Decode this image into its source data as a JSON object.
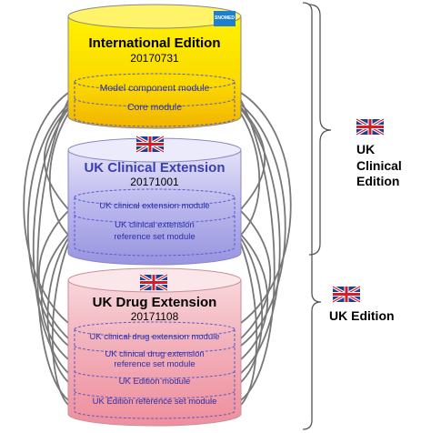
{
  "international": {
    "logo": "SNOMED",
    "title": "International Edition",
    "date": "20170731",
    "modules": [
      "Model component module",
      "Core module"
    ]
  },
  "clinical_ext": {
    "title": "UK Clinical Extension",
    "date": "20171001",
    "modules": [
      "UK clinical extension module",
      "UK clinical extension",
      "reference set module"
    ]
  },
  "drug_ext": {
    "title": "UK Drug Extension",
    "date": "20171108",
    "modules": [
      "UK clinical drug extension module",
      "UK clinical drug extension",
      "reference set module",
      "UK Edition module",
      "UK Edition reference set module"
    ]
  },
  "editions": {
    "clinical": [
      "UK",
      "Clinical",
      "Edition"
    ],
    "uk": "UK Edition"
  },
  "colors": {
    "yellow": "#f5d000",
    "lavender": "#a9a6e6",
    "pink": "#f2a4b0",
    "flag_blue": "#1e3f8f",
    "flag_red": "#cf1f2e"
  }
}
